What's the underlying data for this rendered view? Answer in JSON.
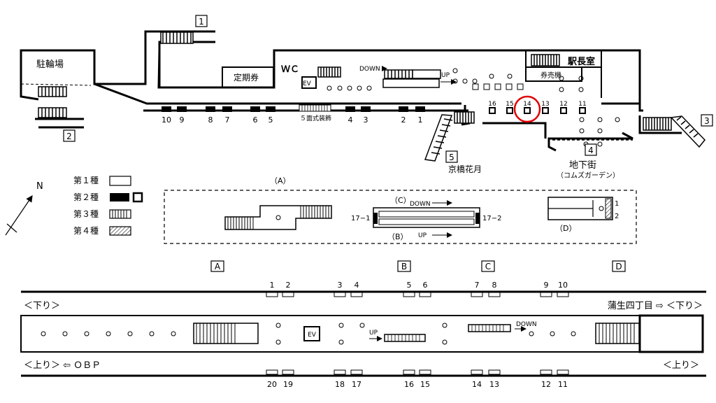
{
  "exits": {
    "ex1": "1",
    "ex2": "2",
    "ex3": "3",
    "ex4": "4",
    "ex5": "5"
  },
  "concourse": {
    "bicycle_parking": "駐輪場",
    "station_office": "駅長室",
    "ticket_machines": "券売機",
    "commuter_pass": "定期券",
    "wc": "ＷＣ",
    "ev": "EV",
    "down": "DOWN",
    "up": "UP",
    "kyobashi_kagetsu": "京橋花月",
    "underground_mall": "地下街",
    "underground_mall_name": "（コムズガーデン）",
    "five_face_decoration": "５面式装飾",
    "wall_ad_numbers": [
      "10",
      "9",
      "8",
      "7",
      "6",
      "5",
      "4",
      "3",
      "2",
      "1"
    ],
    "pillar_ad_numbers": [
      "16",
      "15",
      "14",
      "13",
      "12",
      "11"
    ],
    "highlighted_number": "14"
  },
  "legend": {
    "type1": "第１種",
    "type2": "第２種",
    "type3": "第３種",
    "type4": "第４種",
    "north": "N"
  },
  "detail": {
    "a_label": "（A）",
    "b_label": "（B）",
    "c_label": "（C）",
    "d_label": "（D）",
    "down": "DOWN",
    "up": "UP",
    "n17_1": "17−1",
    "n17_2": "17−2",
    "d1": "1",
    "d2": "2"
  },
  "platform": {
    "section_labels": [
      "A",
      "B",
      "C",
      "D"
    ],
    "top_numbers": [
      "1",
      "2",
      "3",
      "4",
      "5",
      "6",
      "7",
      "8",
      "9",
      "10"
    ],
    "bottom_numbers": [
      "20",
      "19",
      "18",
      "17",
      "16",
      "15",
      "14",
      "13",
      "12",
      "11"
    ],
    "down_left": "＜下り＞",
    "down_right": "蒲生四丁目 ⇨ ＜下り＞",
    "up_left": "＜上り＞ ⇦ ＯＢＰ",
    "up_right": "＜上り＞",
    "ev": "EV",
    "up": "UP",
    "down": "DOWN"
  }
}
